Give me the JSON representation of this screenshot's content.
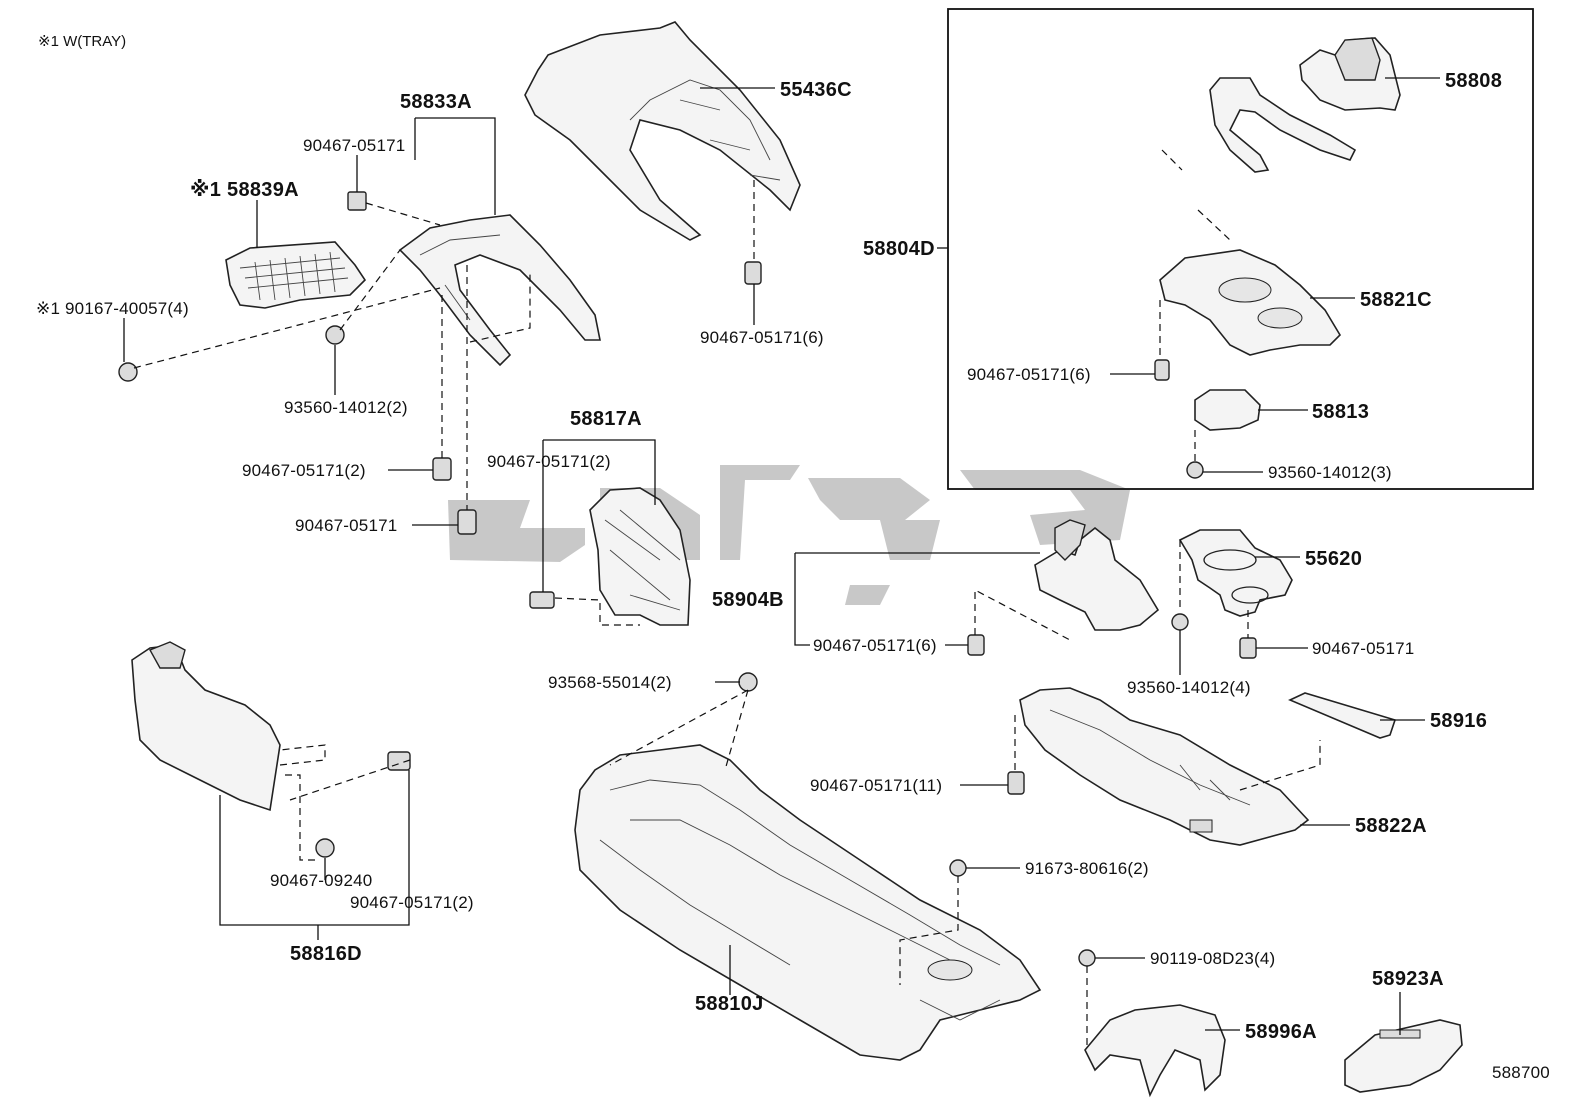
{
  "note": "※1 W(TRAY)",
  "diagram_code": "588700",
  "inset_label": "58804D",
  "labels": {
    "p58833A": "58833A",
    "p55436C": "55436C",
    "p58839A": "※1 58839A",
    "p90467_05171_a": "90467-05171",
    "p90167_40057": "※1 90167-40057(4)",
    "p93560_14012_2": "93560-14012(2)",
    "p90467_05171_6a": "90467-05171(6)",
    "p90467_05171_2a": "90467-05171(2)",
    "p90467_05171_b": "90467-05171",
    "p58817A": "58817A",
    "p90467_05171_2b": "90467-05171(2)",
    "p58808": "58808",
    "p58821C": "58821C",
    "p90467_05171_6b": "90467-05171(6)",
    "p58813": "58813",
    "p93560_14012_3": "93560-14012(3)",
    "p55620": "55620",
    "p58904B": "58904B",
    "p90467_05171_6c": "90467-05171(6)",
    "p90467_05171_c": "90467-05171",
    "p93560_14012_4": "93560-14012(4)",
    "p93568_55014": "93568-55014(2)",
    "p58916": "58916",
    "p90467_05171_11": "90467-05171(11)",
    "p58822A": "58822A",
    "p90467_09240": "90467-09240",
    "p90467_05171_2c": "90467-05171(2)",
    "p58816D": "58816D",
    "p91673_80616": "91673-80616(2)",
    "p90119_08D23": "90119-08D23(4)",
    "p58923A": "58923A",
    "p58810J": "58810J",
    "p58996A": "58996A"
  }
}
